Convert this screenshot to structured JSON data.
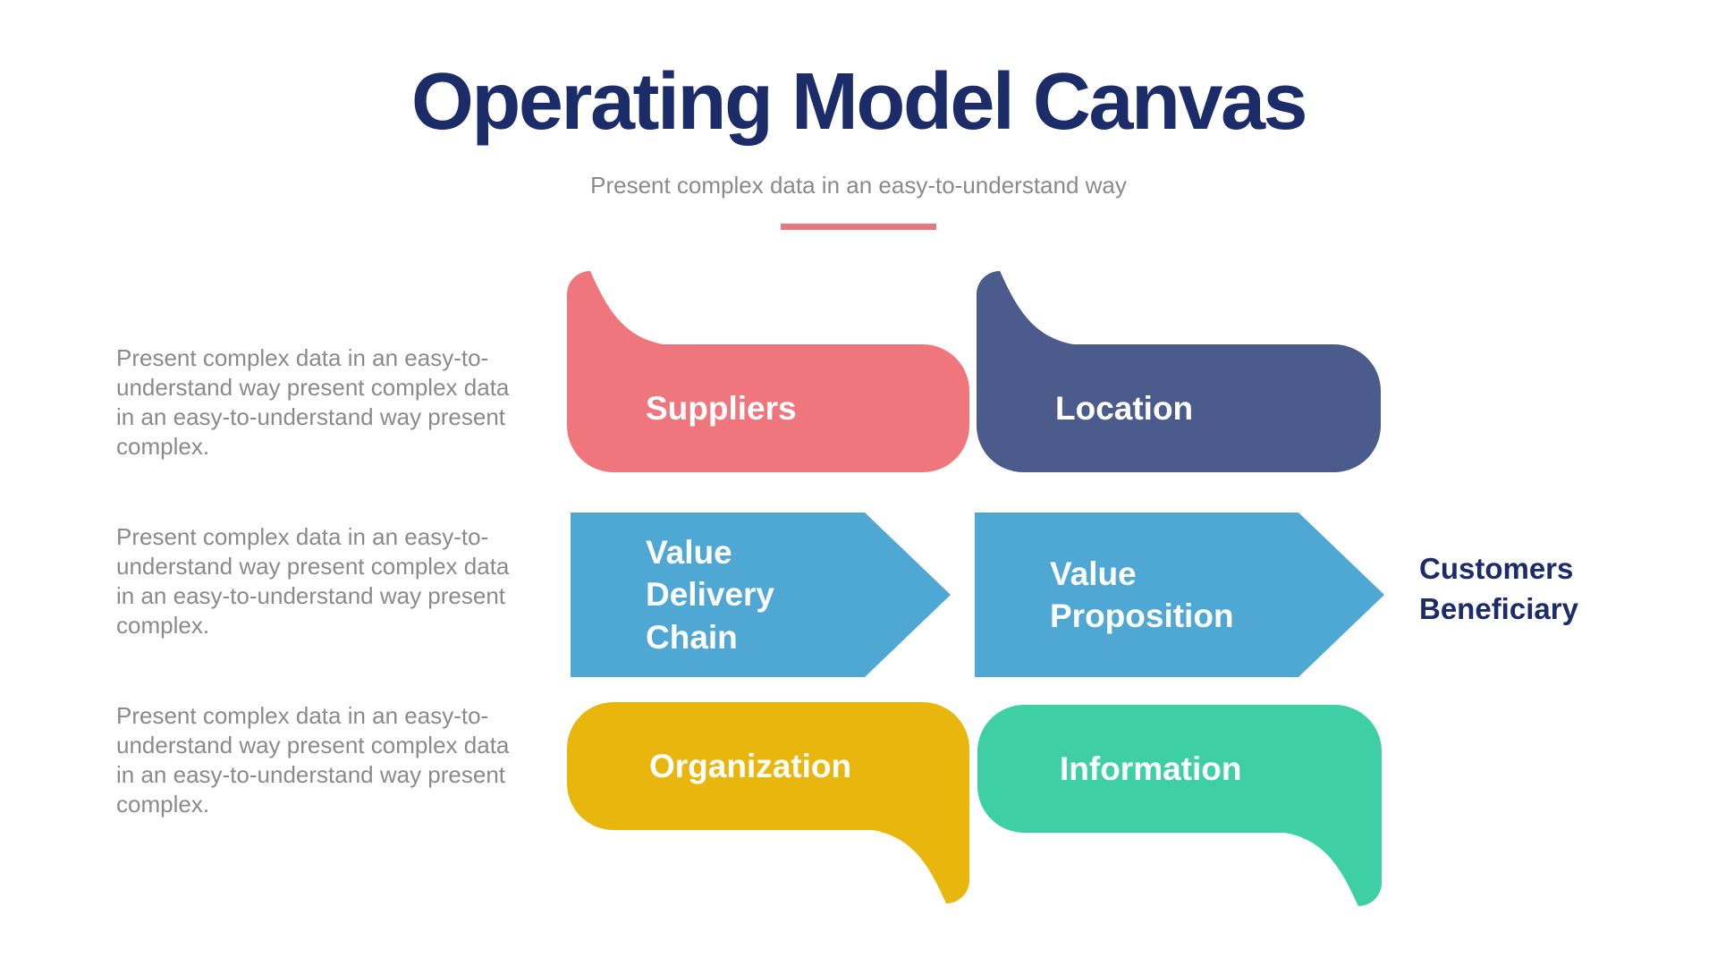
{
  "header": {
    "title": "Operating Model Canvas",
    "subtitle": "Present complex data in an easy-to-understand way"
  },
  "colors": {
    "title_navy": "#1B2C68",
    "subtitle_gray": "#8A8A8A",
    "underline_pink": "#E07A80",
    "body_gray": "#8A8A8A",
    "label_white": "#FFFFFF",
    "suppliers_pink": "#F0767D",
    "location_navy": "#4A5B8C",
    "value_blue": "#4FA7D4",
    "organization_yellow": "#E9B60D",
    "information_teal": "#3ED0A4"
  },
  "rows": [
    {
      "description": "Present complex data in an easy-to-understand way present complex data in an easy-to-understand way present complex.",
      "blocks": [
        {
          "label": "Suppliers",
          "color": "#F0767D",
          "shape": "callout-tail-top-left"
        },
        {
          "label": "Location",
          "color": "#4A5B8C",
          "shape": "callout-tail-top-left"
        }
      ]
    },
    {
      "description": "Present complex data in an easy-to-understand way present complex data in an easy-to-understand way present complex.",
      "blocks": [
        {
          "label": "Value\nDelivery\nChain",
          "color": "#4FA7D4",
          "shape": "arrow-right"
        },
        {
          "label": "Value\nProposition",
          "color": "#4FA7D4",
          "shape": "arrow-right"
        }
      ],
      "side_label": "Customers\nBeneficiary"
    },
    {
      "description": "Present complex data in an easy-to-understand way present complex data in an easy-to-understand way present complex.",
      "blocks": [
        {
          "label": "Organization",
          "color": "#E9B60D",
          "shape": "callout-tail-bottom-right"
        },
        {
          "label": "Information",
          "color": "#3ED0A4",
          "shape": "callout-tail-bottom-right"
        }
      ]
    }
  ]
}
